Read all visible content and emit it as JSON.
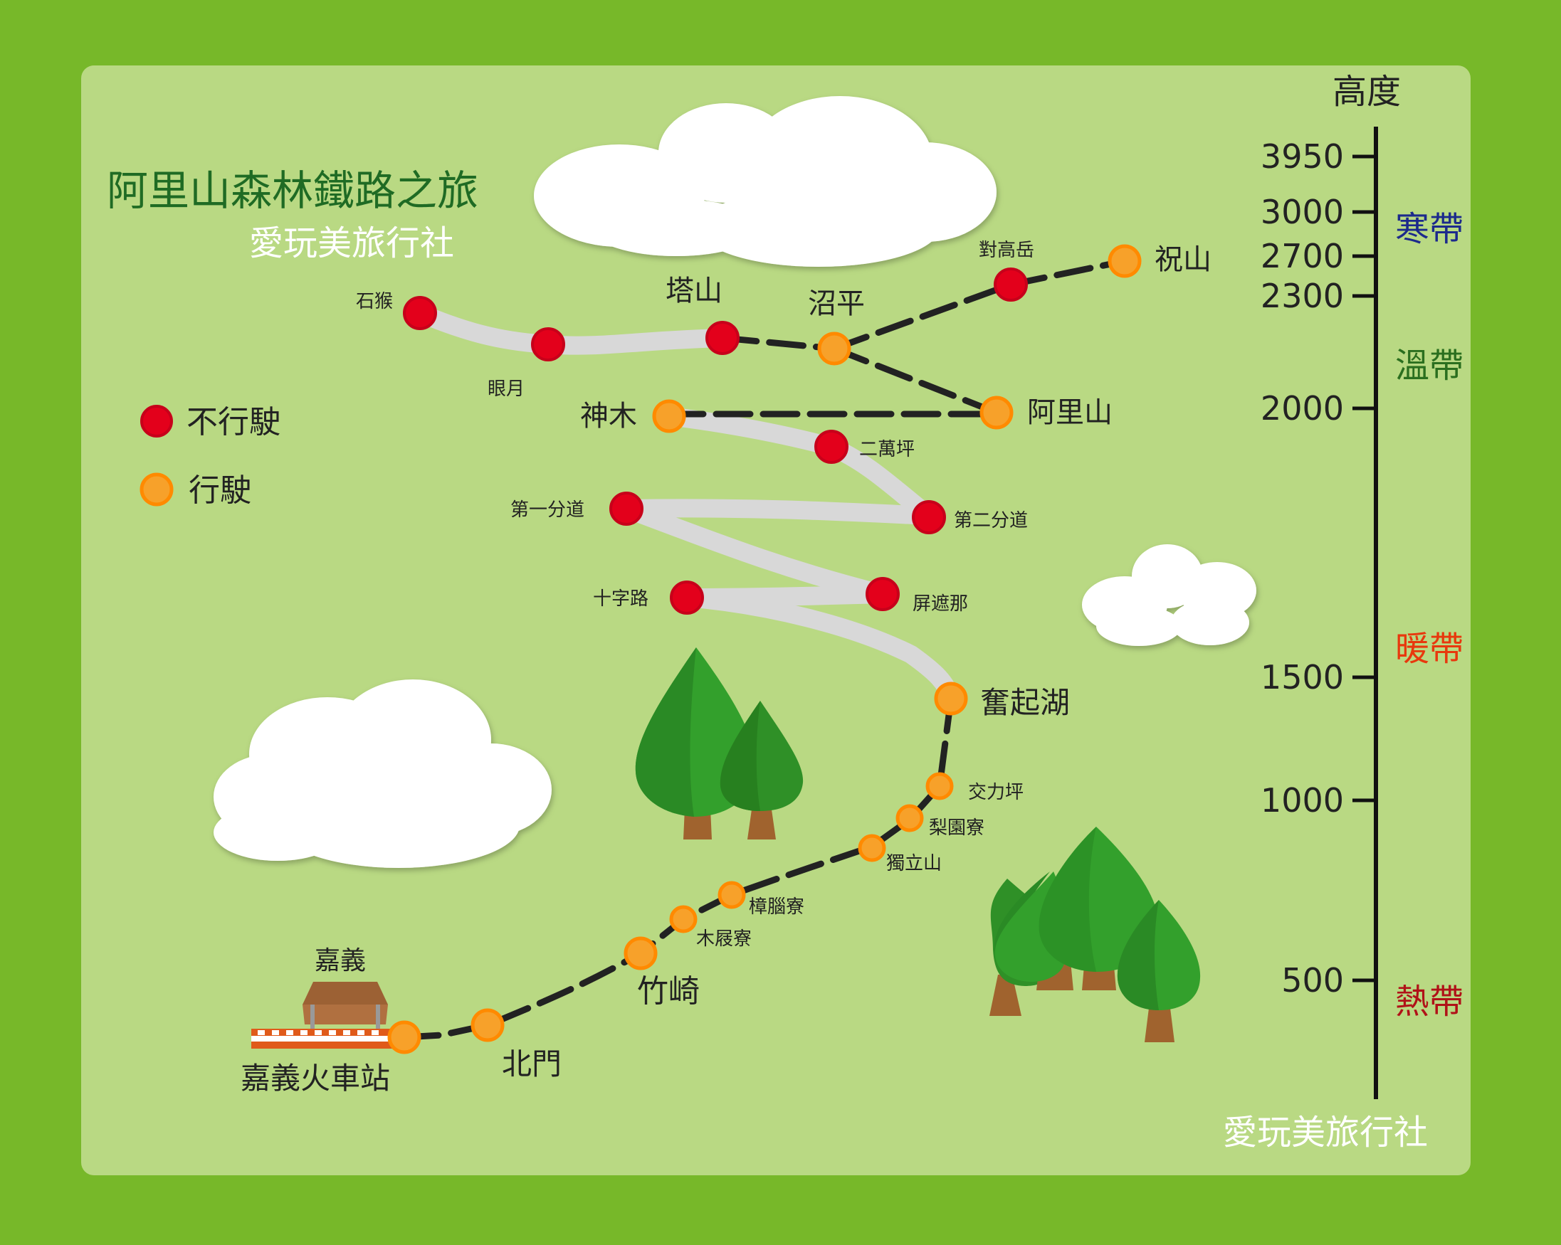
{
  "title": "阿里山森林鐵路之旅",
  "subtitle": "愛玩美旅行社",
  "watermark": "愛玩美旅行社",
  "legend": {
    "not_running": "不行駛",
    "running": "行駛"
  },
  "colors": {
    "background": "#77b829",
    "panel": "#b9d983",
    "not_running": "#e3001b",
    "running": "#f7a12a",
    "track_active": "#222222",
    "track_abandoned": "#d8d8d8",
    "zone_cold": "#1c2a8c",
    "zone_temperate": "#2b6f1f",
    "zone_warm": "#e8380d",
    "zone_tropical": "#b01218"
  },
  "stations": {
    "shihou": "石猴",
    "yanyue": "眼月",
    "tashan": "塔山",
    "zhaoping": "沼平",
    "duigaoyue": "對高岳",
    "zhushan": "祝山",
    "shenmu": "神木",
    "alishan": "阿里山",
    "erwanping": "二萬坪",
    "diyifendao": "第一分道",
    "dierfendao": "第二分道",
    "shizilu": "十字路",
    "pingzhena": "屏遮那",
    "fenqihu": "奮起湖",
    "jiaoliping": "交力坪",
    "liyuanliao": "梨園寮",
    "dulishan": "獨立山",
    "zhangnaoliao": "樟腦寮",
    "mujiliao": "木屐寮",
    "zhuqi": "竹崎",
    "beimen": "北門",
    "chiayi_station": "嘉義火車站",
    "chiayi_sign": "嘉義"
  },
  "station_status": {
    "shihou": "not_running",
    "yanyue": "not_running",
    "tashan": "not_running",
    "zhaoping": "running",
    "duigaoyue": "not_running",
    "zhushan": "running",
    "shenmu": "running",
    "alishan": "running",
    "erwanping": "not_running",
    "diyifendao": "not_running",
    "dierfendao": "not_running",
    "shizilu": "not_running",
    "pingzhena": "not_running",
    "fenqihu": "running",
    "jiaoliping": "running",
    "liyuanliao": "running",
    "dulishan": "running",
    "zhangnaoliao": "running",
    "mujiliao": "running",
    "zhuqi": "running",
    "beimen": "running",
    "chiayi_station": "running"
  },
  "altitude_scale": {
    "heading": "高度",
    "ticks": [
      "3950",
      "3000",
      "2700",
      "2300",
      "2000",
      "1500",
      "1000",
      "500"
    ]
  },
  "zones": {
    "cold": "寒帶",
    "temperate": "溫帶",
    "warm": "暖帶",
    "tropical": "熱帶"
  }
}
